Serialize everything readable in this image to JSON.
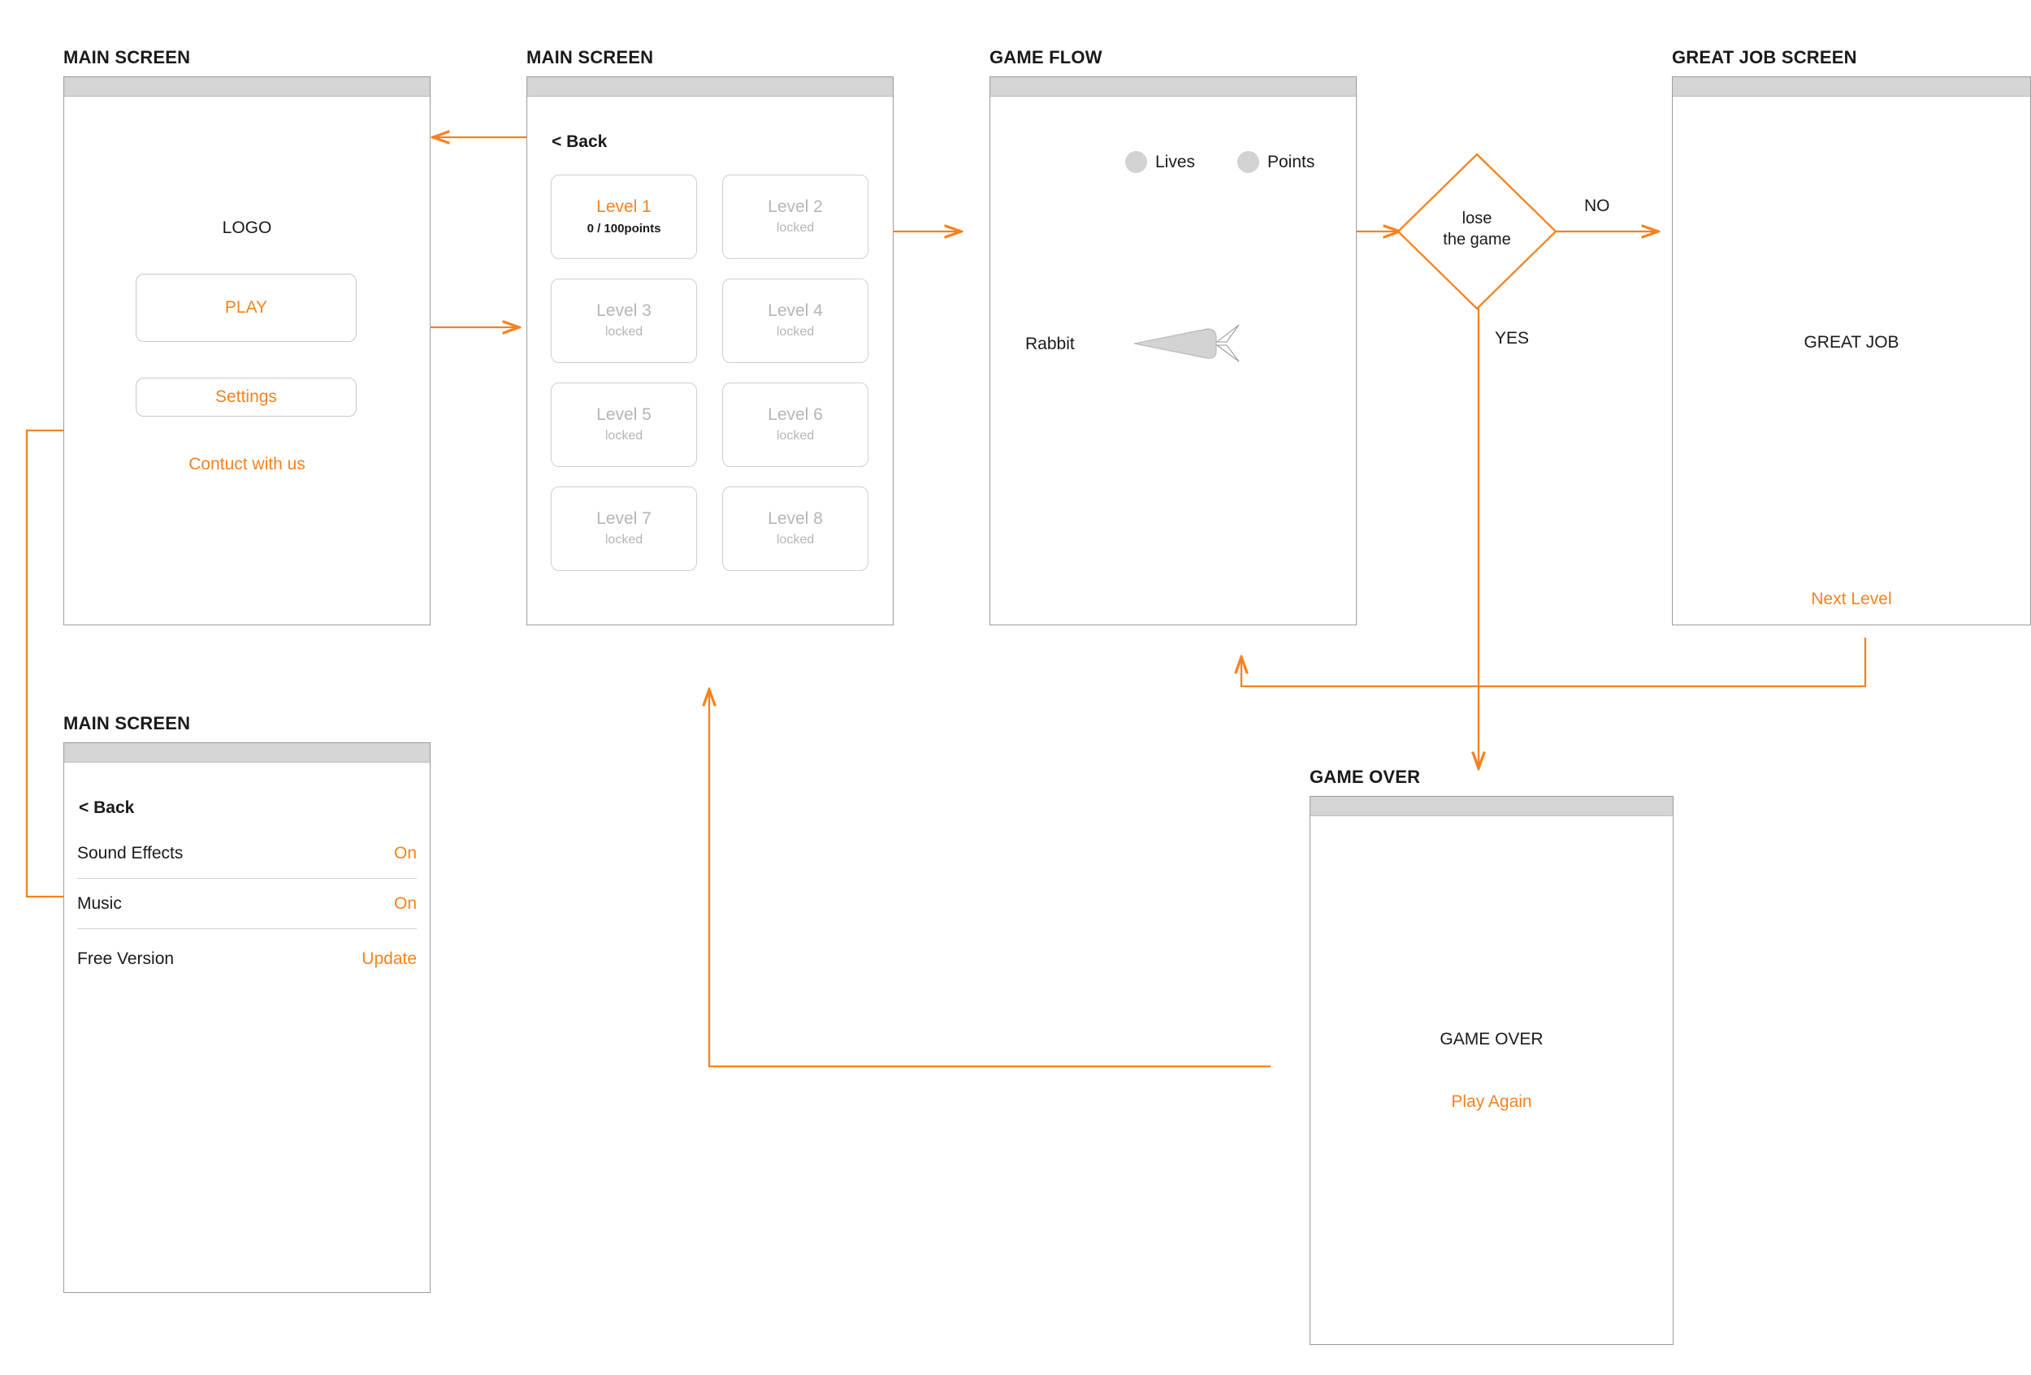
{
  "meta": {
    "accent": "#f5821f",
    "frame_border": "#9b9b9b",
    "statusbar": "#d5d5d5",
    "locked_text": "#b5b5b5"
  },
  "screens": {
    "main": {
      "title": "MAIN SCREEN",
      "logo": "LOGO",
      "play_label": "PLAY",
      "settings_label": "Settings",
      "contact_label": "Contuct with us"
    },
    "levels": {
      "title": "MAIN SCREEN",
      "back_label": "< Back",
      "items": [
        {
          "name": "Level 1",
          "sub": "0 / 100points",
          "state": "unlocked"
        },
        {
          "name": "Level 2",
          "sub": "locked",
          "state": "locked"
        },
        {
          "name": "Level 3",
          "sub": "locked",
          "state": "locked"
        },
        {
          "name": "Level 4",
          "sub": "locked",
          "state": "locked"
        },
        {
          "name": "Level 5",
          "sub": "locked",
          "state": "locked"
        },
        {
          "name": "Level 6",
          "sub": "locked",
          "state": "locked"
        },
        {
          "name": "Level 7",
          "sub": "locked",
          "state": "locked"
        },
        {
          "name": "Level 8",
          "sub": "locked",
          "state": "locked"
        }
      ]
    },
    "gameflow": {
      "title": "GAME FLOW",
      "hud": [
        {
          "label": "Lives",
          "icon": "circle-icon"
        },
        {
          "label": "Points",
          "icon": "circle-icon"
        }
      ],
      "rabbit_label": "Rabbit"
    },
    "greatjob": {
      "title": "GREAT JOB SCREEN",
      "headline": "GREAT JOB",
      "next_label": "Next Level"
    },
    "gameover": {
      "title": "GAME OVER",
      "headline": "GAME OVER",
      "play_again_label": "Play Again"
    },
    "settings": {
      "title": "MAIN SCREEN",
      "back_label": "< Back",
      "rows": [
        {
          "label": "Sound Effects",
          "value": "On"
        },
        {
          "label": "Music",
          "value": "On"
        },
        {
          "label": "Free Version",
          "value": "Update"
        }
      ]
    }
  },
  "flow": {
    "decision_text": "lose\nthe game",
    "branch_no": "NO",
    "branch_yes": "YES"
  }
}
